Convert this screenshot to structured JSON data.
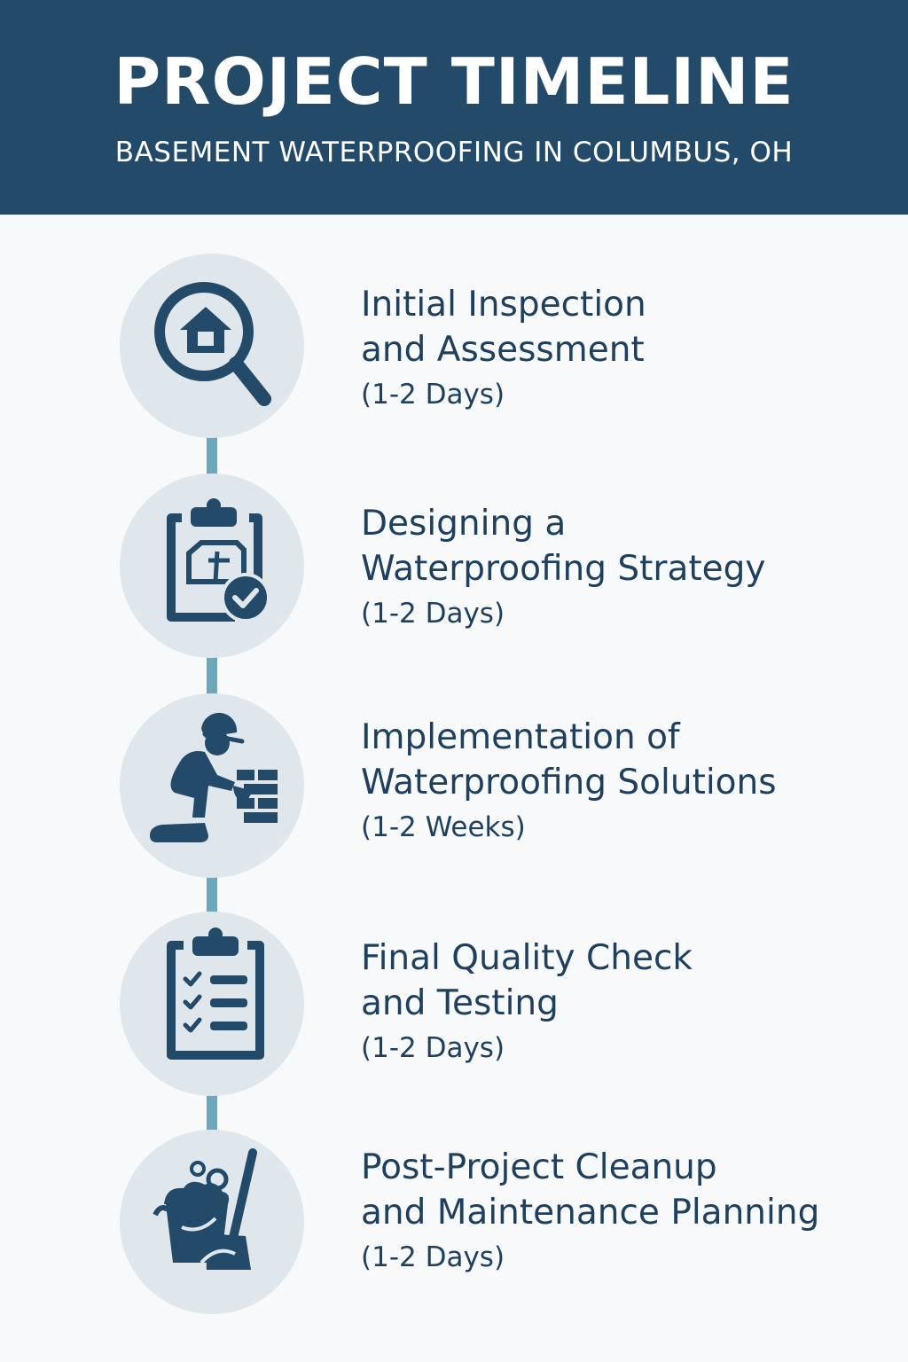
{
  "header": {
    "title": "PROJECT TIMELINE",
    "subtitle": "BASEMENT WATERPROOFING IN COLUMBUS, OH"
  },
  "colors": {
    "header_bg": "#244a6a",
    "text_primary": "#1e3f5e",
    "circle_bg": "#dfe7ec",
    "connector": "#6fa6bc",
    "page_bg": "#f7f9fa"
  },
  "steps": [
    {
      "icon": "magnifier-house-icon",
      "title_line1": "Initial Inspection",
      "title_line2": "and Assessment",
      "duration": "(1-2 Days)"
    },
    {
      "icon": "clipboard-blueprint-check-icon",
      "title_line1": "Designing a",
      "title_line2": "Waterproofing Strategy",
      "duration": "(1-2 Days)"
    },
    {
      "icon": "worker-bricks-icon",
      "title_line1": "Implementation of",
      "title_line2": "Waterproofing Solutions",
      "duration": "(1-2 Weeks)"
    },
    {
      "icon": "clipboard-checklist-icon",
      "title_line1": "Final Quality Check",
      "title_line2": "and Testing",
      "duration": "(1-2 Days)"
    },
    {
      "icon": "bucket-broom-icon",
      "title_line1": "Post-Project Cleanup",
      "title_line2": "and Maintenance Planning",
      "duration": "(1-2 Days)"
    }
  ]
}
